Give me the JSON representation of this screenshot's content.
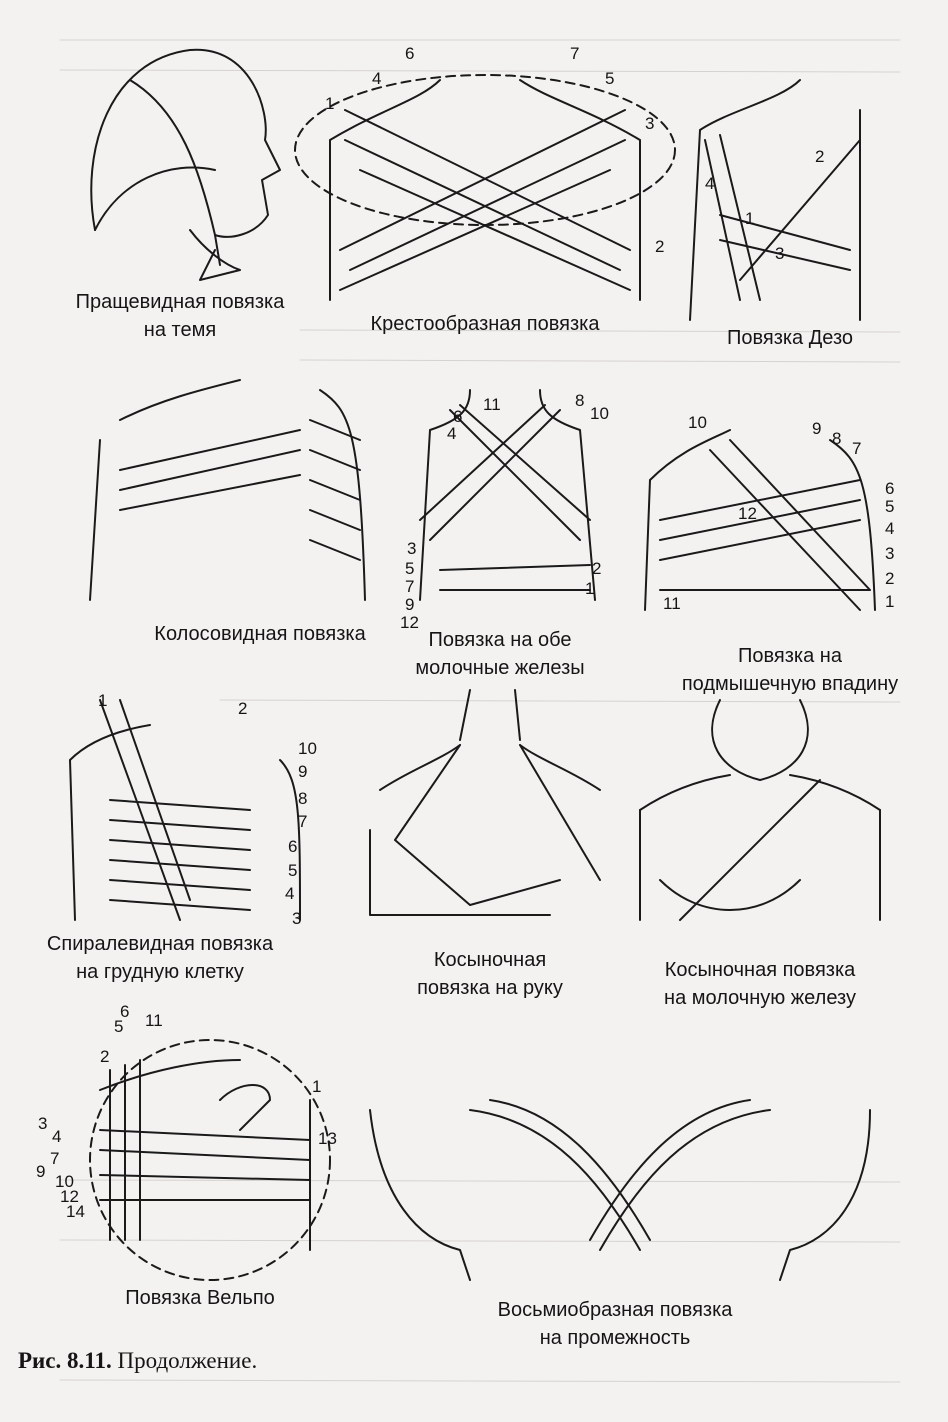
{
  "figures": [
    {
      "caption": [
        "Пращевидная повязка",
        "на темя"
      ],
      "numbers": []
    },
    {
      "caption": [
        "Крестообразная повязка"
      ],
      "numbers": [
        "1",
        "4",
        "6",
        "7",
        "5",
        "3",
        "2"
      ]
    },
    {
      "caption": [
        "Повязка Дезо"
      ],
      "numbers": [
        "2",
        "4",
        "1",
        "3"
      ]
    },
    {
      "caption": [
        "Колосовидная повязка"
      ],
      "numbers": []
    },
    {
      "caption": [
        "Повязка на обе",
        "молочные железы"
      ],
      "numbers": [
        "11",
        "6",
        "4",
        "8",
        "10",
        "3",
        "5",
        "7",
        "9",
        "12",
        "2",
        "1"
      ]
    },
    {
      "caption": [
        "Повязка на",
        "подмышечную впадину"
      ],
      "numbers": [
        "10",
        "9",
        "8",
        "7",
        "12",
        "6",
        "5",
        "4",
        "3",
        "2",
        "1",
        "11"
      ]
    },
    {
      "caption": [
        "Спиралевидная повязка",
        "на грудную клетку"
      ],
      "numbers": [
        "1",
        "2",
        "10",
        "9",
        "8",
        "7",
        "6",
        "5",
        "4",
        "3"
      ]
    },
    {
      "caption": [
        "Косыночная",
        "повязка на руку"
      ],
      "numbers": []
    },
    {
      "caption": [
        "Косыночная повязка",
        "на молочную железу"
      ],
      "numbers": []
    },
    {
      "caption": [
        "Повязка Вельпо"
      ],
      "numbers": [
        "6",
        "5",
        "11",
        "2",
        "1",
        "3",
        "4",
        "7",
        "9",
        "10",
        "12",
        "14",
        "13"
      ]
    },
    {
      "caption": [
        "Восьмиобразная повязка",
        "на промежность"
      ],
      "numbers": []
    }
  ],
  "footer": {
    "label": "Рис. 8.11.",
    "text": "Продолжение."
  }
}
